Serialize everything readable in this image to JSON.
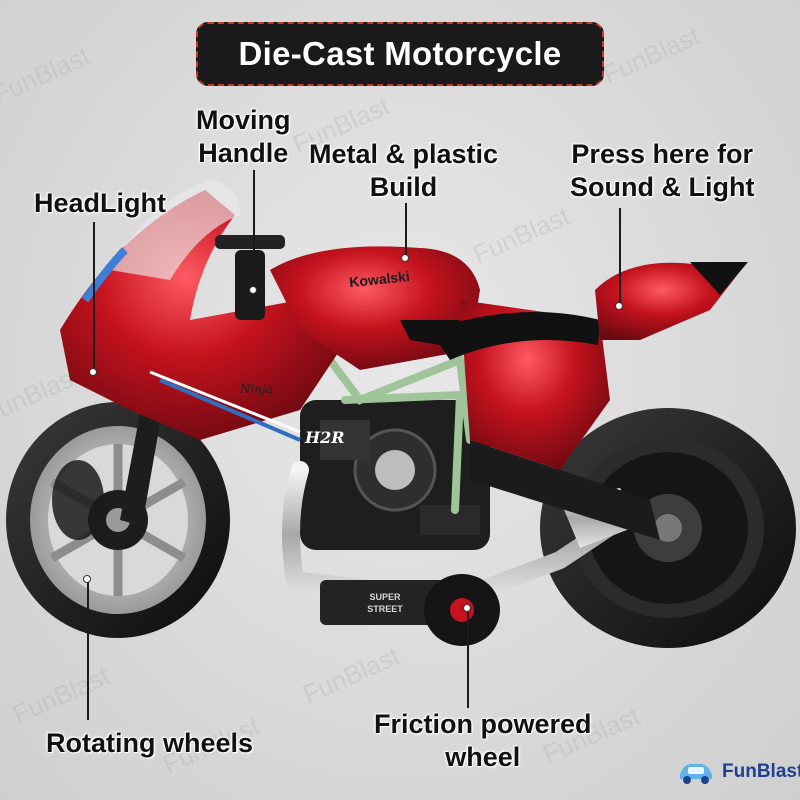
{
  "title": "Die-Cast Motorcycle",
  "labels": {
    "moving_handle_l1": "Moving",
    "moving_handle_l2": "Handle",
    "metal_build_l1": "Metal & plastic",
    "metal_build_l2": "Build",
    "press_sound_l1": "Press here for",
    "press_sound_l2": "Sound & Light",
    "headlight": "HeadLight",
    "rotating_wheels": "Rotating wheels",
    "friction_l1": "Friction powered",
    "friction_l2": "wheel"
  },
  "bike_text": {
    "tank_brand": "Kowalski",
    "fairing_badge": "Ninja",
    "side_model": "H2R",
    "stand_text_l1": "SUPER",
    "stand_text_l2": "STREET"
  },
  "brand": {
    "name": "FunBlast",
    "icon": "car-icon"
  },
  "watermark_text": "FunBlast",
  "colors": {
    "body_red": "#c4121e",
    "title_bg": "#1a1a1a",
    "title_border": "#c0392b",
    "brand_blue": "#1f3f8f",
    "frame_green": "#9fc49a"
  }
}
